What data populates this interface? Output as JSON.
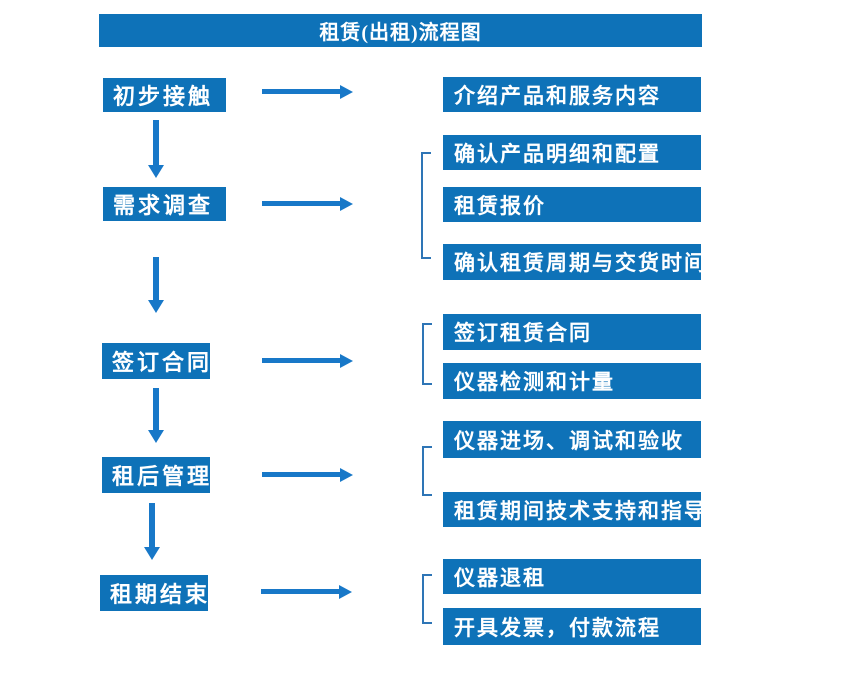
{
  "title": "租赁(出租)流程图",
  "colors": {
    "box_blue": "#0e72b8",
    "arrow_blue": "#1878c8",
    "bracket_blue": "#2e75b6",
    "text_white": "#ffffff",
    "background": "#ffffff"
  },
  "flow": [
    {
      "step": "初步接触",
      "details": [
        "介绍产品和服务内容"
      ]
    },
    {
      "step": "需求调查",
      "details": [
        "确认产品明细和配置",
        "租赁报价",
        "确认租赁周期与交货时间"
      ]
    },
    {
      "step": "签订合同",
      "details": [
        "签订租赁合同",
        "仪器检测和计量"
      ]
    },
    {
      "step": "租后管理",
      "details": [
        "仪器进场、调试和验收",
        "租赁期间技术支持和指导"
      ]
    },
    {
      "step": "租期结束",
      "details": [
        "仪器退租",
        "开具发票，付款流程"
      ]
    }
  ]
}
